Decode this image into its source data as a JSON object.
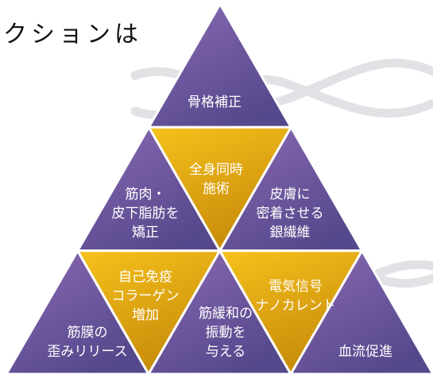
{
  "heading": "クションは",
  "colors": {
    "purple_top": "#8a6ab4",
    "purple_bottom": "#56488c",
    "gold_top": "#f6c21c",
    "gold_bottom": "#c98c0a",
    "text": "#ffffff"
  },
  "pyramid": {
    "cells": [
      {
        "id": "skeletal-correction",
        "style": "purple",
        "lines": [
          "骨格補正"
        ]
      },
      {
        "id": "whole-body-treatment",
        "style": "gold",
        "lines": [
          "全身同時",
          "施術"
        ]
      },
      {
        "id": "muscle-fat-correction",
        "style": "purple",
        "lines": [
          "筋肉・",
          "皮下脂肪を",
          "矯正"
        ]
      },
      {
        "id": "silver-fiber",
        "style": "purple",
        "lines": [
          "皮膚に",
          "密着させる",
          "銀繊維"
        ]
      },
      {
        "id": "fascia-release",
        "style": "purple",
        "lines": [
          "筋膜の",
          "歪みリリース"
        ]
      },
      {
        "id": "immunity-collagen",
        "style": "gold",
        "lines": [
          "自己免疫",
          "コラーゲン",
          "増加"
        ]
      },
      {
        "id": "muscle-relax-vibration",
        "style": "purple",
        "lines": [
          "筋緩和の",
          "振動を",
          "与える"
        ]
      },
      {
        "id": "nano-current",
        "style": "gold",
        "lines": [
          "電気信号",
          "ナノカレント"
        ]
      },
      {
        "id": "blood-flow",
        "style": "purple",
        "lines": [
          "血流促進"
        ]
      }
    ]
  }
}
